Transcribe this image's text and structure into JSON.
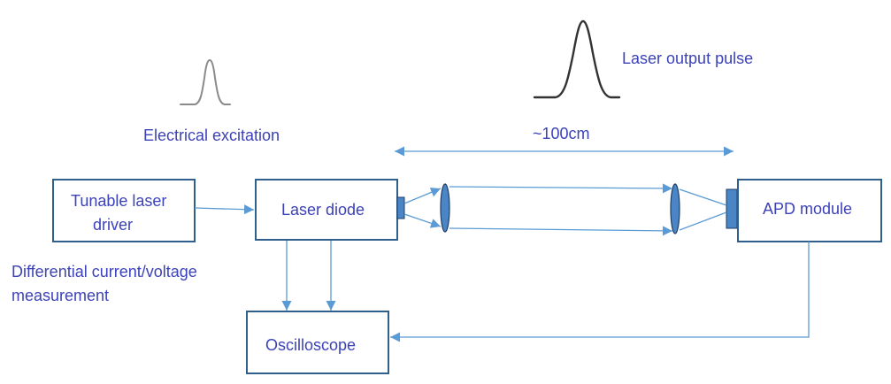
{
  "labels": {
    "electrical_excitation": "Electrical excitation",
    "laser_output_pulse": "Laser output pulse",
    "distance": "~100cm",
    "diff_measurement_line1": "Differential current/voltage",
    "diff_measurement_line2": "measurement"
  },
  "blocks": {
    "driver_line1": "Tunable laser",
    "driver_line2": "driver",
    "laser_diode": "Laser diode",
    "apd_module": "APD module",
    "oscilloscope": "Oscilloscope"
  },
  "colors": {
    "text": "#3c42b8",
    "box_border": "#2f5f8a",
    "wire": "#5b9bd5",
    "component_fill": "#4a86c5",
    "component_stroke": "#1f3c66",
    "small_pulse": "#8a8a8a",
    "large_pulse": "#333333"
  }
}
